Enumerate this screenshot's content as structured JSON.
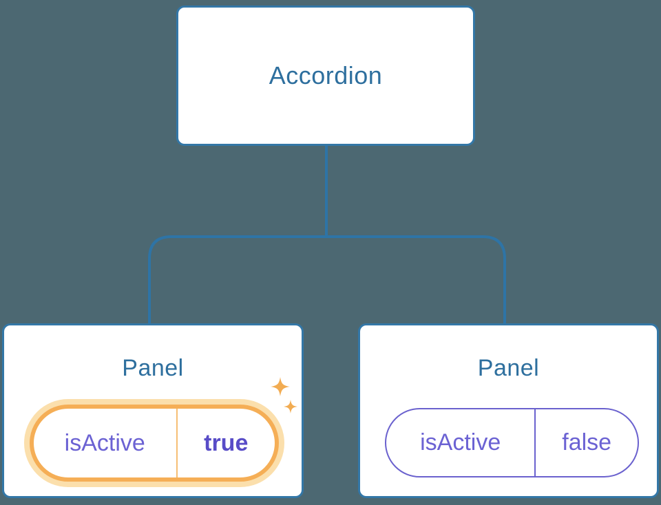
{
  "tree": {
    "root": {
      "label": "Accordion"
    },
    "panels": [
      {
        "label": "Panel",
        "state": {
          "name": "isActive",
          "value": "true"
        },
        "highlighted": true
      },
      {
        "label": "Panel",
        "state": {
          "name": "isActive",
          "value": "false"
        },
        "highlighted": false
      }
    ]
  },
  "icons": {
    "sparkle": "sparkle-icon"
  },
  "colors": {
    "bg": "#4C6872",
    "line_blue": "#2E74A6",
    "node_border": "#3377A7",
    "node_text": "#2E6F9E",
    "purple_text": "#6B62D3",
    "purple_bold": "#584CC7",
    "purple_border": "#6A61CE",
    "orange_ring": "#F5AE56",
    "orange_halo": "#FBDFAC",
    "orange_divider": "#F6BE74",
    "sparkle": "#F2AC52",
    "node_bg": "#FFFFFF"
  }
}
